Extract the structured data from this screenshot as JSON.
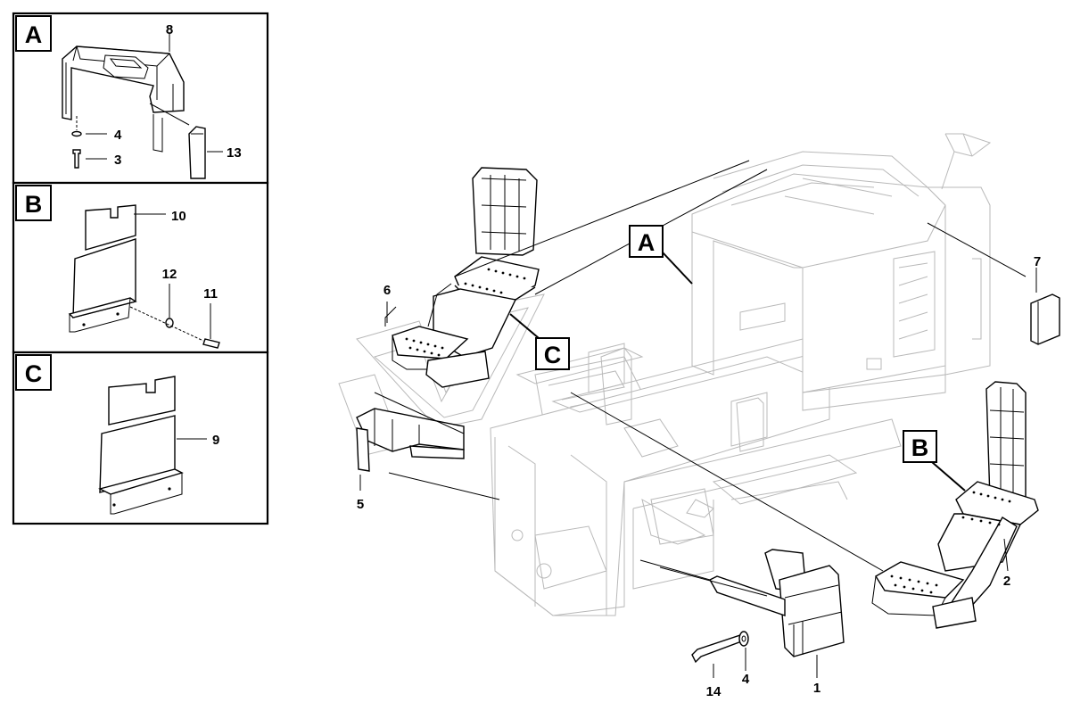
{
  "detail_panels": [
    {
      "letter": "A",
      "parts": [
        "8",
        "4",
        "3",
        "13"
      ]
    },
    {
      "letter": "B",
      "parts": [
        "10",
        "12",
        "11"
      ]
    },
    {
      "letter": "C",
      "parts": [
        "9"
      ]
    }
  ],
  "main_callouts": {
    "A": "A",
    "B": "B",
    "C": "C"
  },
  "part_numbers": {
    "p1": "1",
    "p2": "2",
    "p4": "4",
    "p5": "5",
    "p6": "6",
    "p7": "7",
    "p14": "14"
  }
}
